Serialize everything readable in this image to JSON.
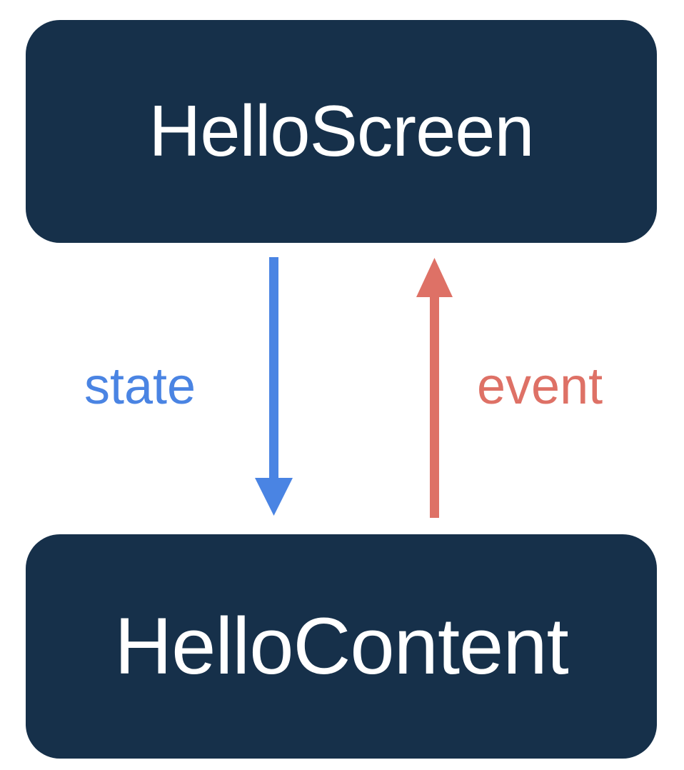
{
  "diagram": {
    "type": "flow",
    "title": "",
    "background": "#FFFFFF",
    "nodes": [
      {
        "id": "hello-screen",
        "label": "HelloScreen",
        "fill": "#16304A",
        "text_color": "#FFFFFF",
        "shape": "rounded-rectangle"
      },
      {
        "id": "hello-content",
        "label": "HelloContent",
        "fill": "#16304A",
        "text_color": "#FFFFFF",
        "shape": "rounded-rectangle"
      }
    ],
    "edges": [
      {
        "id": "state-edge",
        "label": "state",
        "from": "hello-screen",
        "to": "hello-content",
        "direction": "down",
        "color": "#4A84E3"
      },
      {
        "id": "event-edge",
        "label": "event",
        "from": "hello-content",
        "to": "hello-screen",
        "direction": "up",
        "color": "#DE7166"
      }
    ]
  }
}
